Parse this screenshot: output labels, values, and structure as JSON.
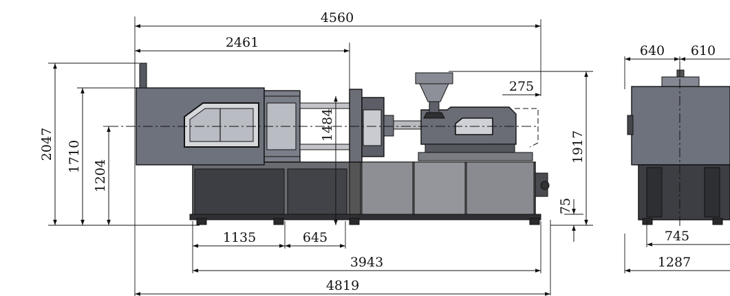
{
  "drawing": {
    "side_view": {
      "overall_length_top": "4560",
      "clamp_unit_length": "2461",
      "height_total": "2047",
      "height_clamp": "1710",
      "height_center": "1204",
      "mold_opening": "1484",
      "injection_offset": "275",
      "height_hopper": "1917",
      "floor_clearance": "75",
      "base_left_segment": "1135",
      "base_mid_segment": "645",
      "base_length": "3943",
      "overall_length_bottom": "4819"
    },
    "end_view": {
      "half_width_left": "640",
      "half_width_right": "610",
      "foot_spacing": "745",
      "base_width": "1287"
    }
  },
  "colors": {
    "line": "#111111",
    "clamp_body": "#6e727d",
    "machine_dark": "#4c4f57",
    "base_dark": "#3c3d42",
    "base_light": "#8c8d92",
    "window": "#b9bcc3",
    "background": "#ffffff"
  }
}
